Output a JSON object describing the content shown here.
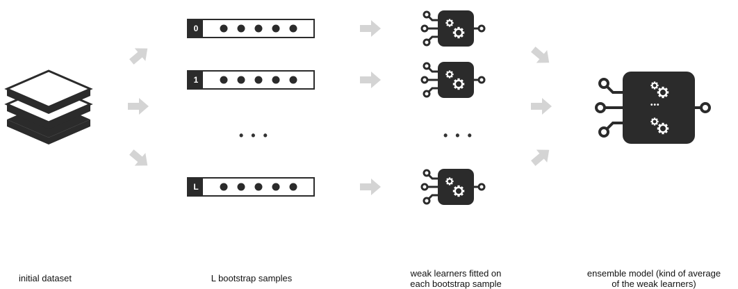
{
  "captions": {
    "dataset": "initial dataset",
    "samples": "L bootstrap samples",
    "weak_line1": "weak learners fitted on",
    "weak_line2": "each bootstrap sample",
    "ensemble_line1": "ensemble model (kind of average",
    "ensemble_line2": "of the weak learners)"
  },
  "samples": [
    {
      "label": "0"
    },
    {
      "label": "1"
    },
    {
      "label": "L"
    }
  ],
  "ellipsis": "• • •",
  "ensemble_inner_ellipsis": "•••",
  "colors": {
    "dark": "#2b2b2b",
    "arrow": "#d4d4d4",
    "stroke": "#333333"
  },
  "icons": {
    "dataset": "stacked-layers-icon",
    "weak_learner": "gear-chip-icon",
    "ensemble": "ensemble-chip-icon",
    "arrow": "arrow-icon"
  }
}
